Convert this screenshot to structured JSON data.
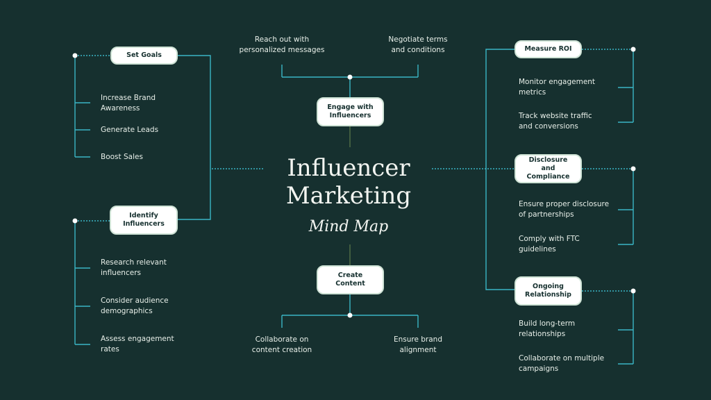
{
  "title": {
    "line1": "Influencer",
    "line2": "Marketing",
    "subtitle": "Mind Map"
  },
  "colors": {
    "background": "#16302f",
    "line": "#3ab6c6",
    "node_fill": "#ffffff",
    "node_border": "#cfe3d6",
    "text": "#e8efe9",
    "center_stem": "#5c7a4a"
  },
  "branches": {
    "set_goals": {
      "label": "Set Goals",
      "items": [
        "Increase Brand\nAwareness",
        "Generate Leads",
        "Boost Sales"
      ]
    },
    "identify_influencers": {
      "label": "Identify\nInfluencers",
      "items": [
        "Research relevant\ninfluencers",
        "Consider audience\ndemographics",
        "Assess engagement\nrates"
      ]
    },
    "engage": {
      "label": "Engage with\nInfluencers",
      "items": [
        "Reach out with\npersonalized messages",
        "Negotiate terms\nand conditions"
      ]
    },
    "create_content": {
      "label": "Create\nContent",
      "items": [
        "Collaborate on\ncontent creation",
        "Ensure brand\nalignment"
      ]
    },
    "measure_roi": {
      "label": "Measure ROI",
      "items": [
        "Monitor engagement\nmetrics",
        "Track website traffic\nand conversions"
      ]
    },
    "disclosure": {
      "label": "Disclosure and\nCompliance",
      "items": [
        "Ensure proper disclosure\nof partnerships",
        "Comply with FTC\nguidelines"
      ]
    },
    "ongoing": {
      "label": "Ongoing\nRelationship",
      "items": [
        "Build long-term\nrelationships",
        "Collaborate on multiple\ncampaigns"
      ]
    }
  }
}
